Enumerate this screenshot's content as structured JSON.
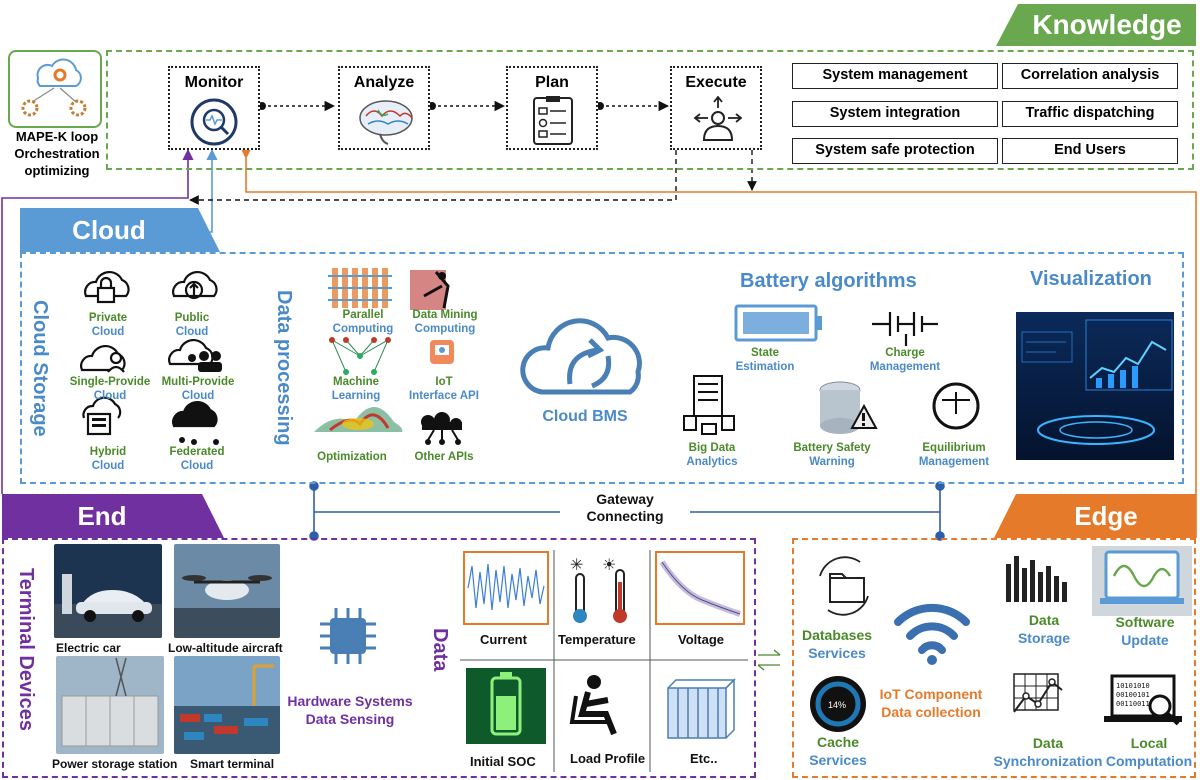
{
  "knowledge": {
    "title": "Knowledge",
    "mape_caption": [
      "MAPE-K loop",
      "Orchestration",
      "optimizing"
    ],
    "steps": [
      "Monitor",
      "Analyze",
      "Plan",
      "Execute"
    ],
    "items": [
      "System management",
      "Correlation analysis",
      "System integration",
      "Traffic dispatching",
      "System safe protection",
      "End Users"
    ]
  },
  "cloud": {
    "title": "Cloud",
    "storage_title": "Cloud Storage",
    "storage": [
      "Private",
      "Cloud",
      "Public",
      "Cloud",
      "Single-Provide",
      "Cloud",
      "Multi-Provide",
      "Cloud",
      "Hybrid",
      "Cloud",
      "Federated",
      "Cloud"
    ],
    "processing_title": "Data processing",
    "processing": [
      "Parallel",
      "Computing",
      "Data Mining",
      "Computing",
      "Machine",
      "Learning",
      "IoT",
      "Interface API",
      "Optimization",
      "Other APIs"
    ],
    "bms": "Cloud BMS",
    "algo_title": "Battery algorithms",
    "algo": [
      "State",
      "Estimation",
      "Charge",
      "Management",
      "Big Data",
      "Analytics",
      "Battery Safety",
      "Warning",
      "Equilibrium",
      "Management"
    ],
    "viz_title": "Visualization"
  },
  "gateway": [
    "Gateway",
    "Connecting"
  ],
  "end": {
    "title": "End",
    "terminal_title": "Terminal Devices",
    "devices": [
      "Electric car",
      "Low-altitude aircraft",
      "Power storage station",
      "Smart terminal"
    ],
    "hardware": [
      "Hardware Systems",
      "Data Sensing"
    ],
    "data_title": "Data",
    "data": [
      "Current",
      "Temperature",
      "Voltage",
      "Initial SOC",
      "Load Profile",
      "Etc.."
    ]
  },
  "edge": {
    "title": "Edge",
    "items": [
      "Databases",
      "Services",
      "Data",
      "Storage",
      "Software",
      "Update",
      "IoT Component",
      "Data collection",
      "Cache",
      "Services",
      "Data",
      "Synchronization",
      "Local",
      "Computation"
    ]
  },
  "colors": {
    "green": "#6aa84f",
    "blue": "#5b9bd5",
    "purple": "#7030a0",
    "orange": "#e57a2a"
  },
  "icons": [
    "monitor-icon",
    "brain-icon",
    "plan-icon",
    "execute-icon",
    "cloud-icon",
    "battery-icon",
    "wifi-icon",
    "chip-icon"
  ]
}
